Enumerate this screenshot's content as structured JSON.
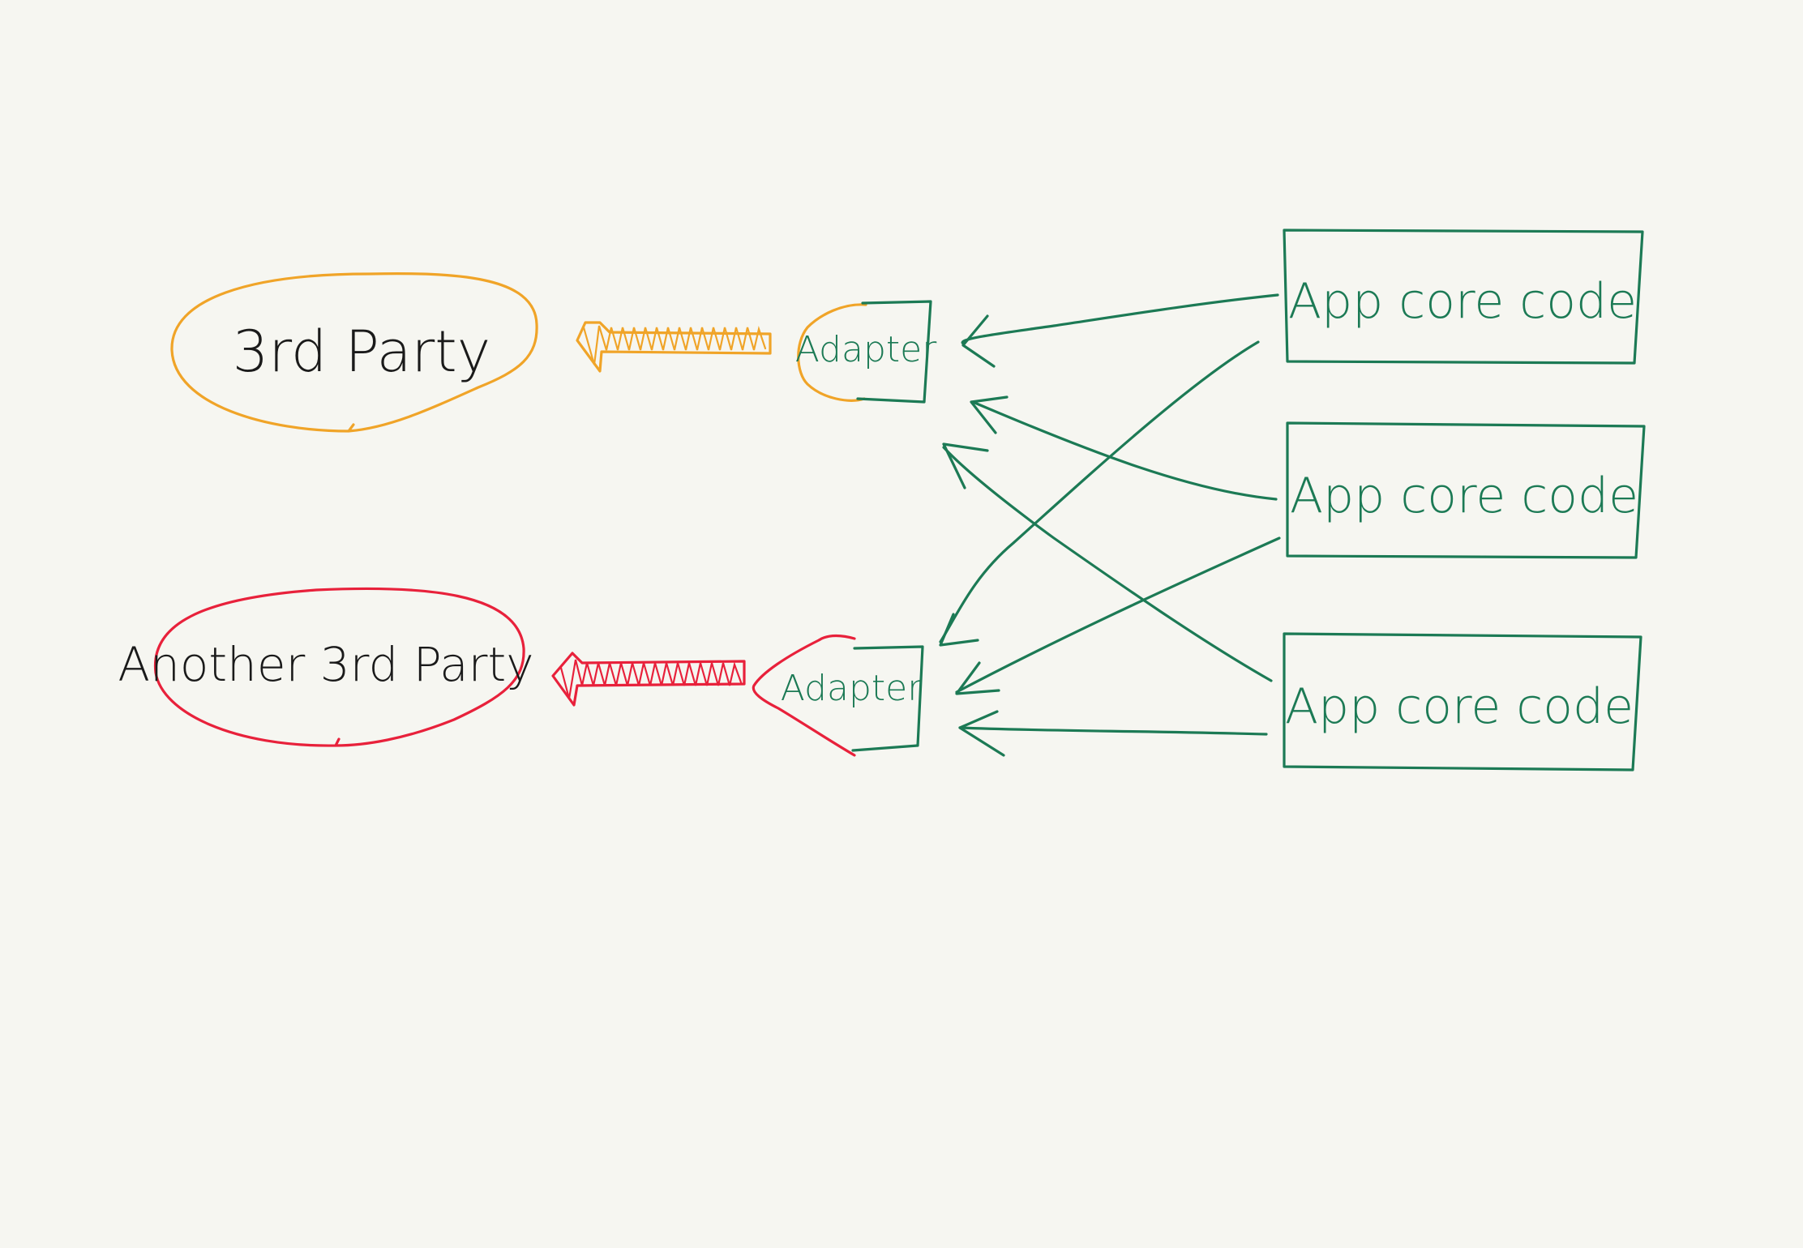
{
  "diagram": {
    "third_party_1": {
      "label": "3rd Party"
    },
    "third_party_2": {
      "label": "Another 3rd Party"
    },
    "adapter_1": {
      "label": "Adapter"
    },
    "adapter_2": {
      "label": "Adapter"
    },
    "core_1": {
      "label": "App core code"
    },
    "core_2": {
      "label": "App core code"
    },
    "core_3": {
      "label": "App core code"
    }
  },
  "colors": {
    "background": "#f6f6f1",
    "core_ink": "#1c7a55",
    "third_party_1": "#f0a428",
    "third_party_2": "#e8213b",
    "label_ink": "#1a1a1a"
  }
}
